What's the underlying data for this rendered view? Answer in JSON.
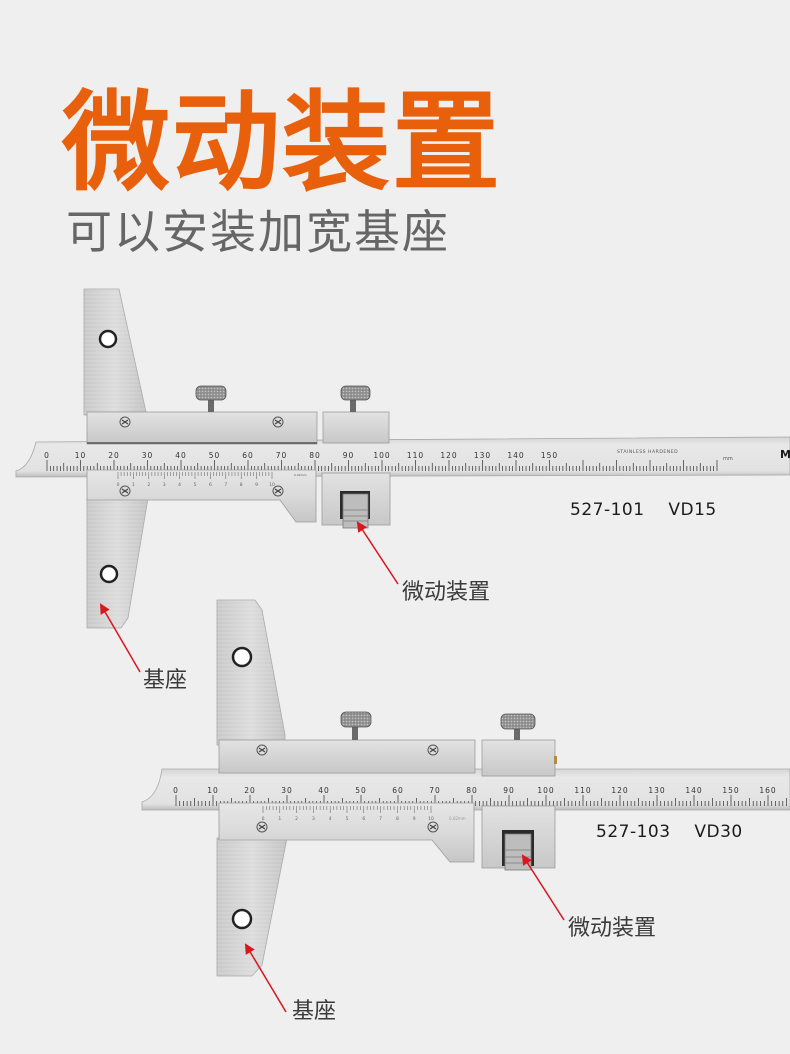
{
  "header": {
    "title": "微动装置",
    "subtitle": "可以安装加宽基座"
  },
  "colors": {
    "title": "#e8600c",
    "subtitle": "#666666",
    "background": "#efefef",
    "arrow": "#d8171f",
    "callout_text": "#3a3a3a"
  },
  "products": [
    {
      "model_code": "527-101",
      "model_name": "VD15",
      "main_scale_labels": [
        "0",
        "10",
        "20",
        "30",
        "40",
        "50",
        "60",
        "70",
        "80",
        "90",
        "100",
        "110",
        "120",
        "130",
        "140",
        "150"
      ],
      "vernier_labels": [
        "0",
        "1",
        "2",
        "3",
        "4",
        "5",
        "6",
        "7",
        "8",
        "9",
        "10"
      ],
      "ruler_text_stamp": "STAINLESS HARDENED",
      "unit": "mm",
      "brand_initial": "M",
      "callouts": {
        "fine_adjustment": "微动装置",
        "base": "基座"
      }
    },
    {
      "model_code": "527-103",
      "model_name": "VD30",
      "main_scale_labels": [
        "0",
        "10",
        "20",
        "30",
        "40",
        "50",
        "60",
        "70",
        "80",
        "90",
        "100",
        "110",
        "120",
        "130",
        "140",
        "150",
        "160"
      ],
      "vernier_labels": [
        "0",
        "1",
        "2",
        "3",
        "4",
        "5",
        "6",
        "7",
        "8",
        "9",
        "10"
      ],
      "unit": "mm",
      "callouts": {
        "fine_adjustment": "微动装置",
        "base": "基座"
      }
    }
  ]
}
